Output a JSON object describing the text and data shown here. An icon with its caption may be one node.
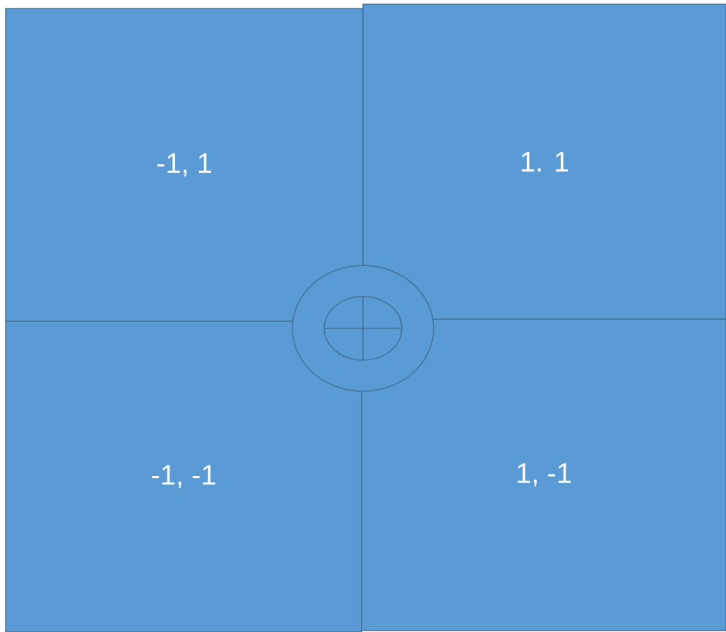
{
  "diagram": {
    "nodes": [
      {
        "text": [
          "-1, 1"
        ]
      },
      {
        "text": [
          "1. 1"
        ]
      },
      {
        "text": [
          "-1, -1"
        ]
      },
      {
        "text": [
          "1, -1"
        ]
      }
    ]
  }
}
